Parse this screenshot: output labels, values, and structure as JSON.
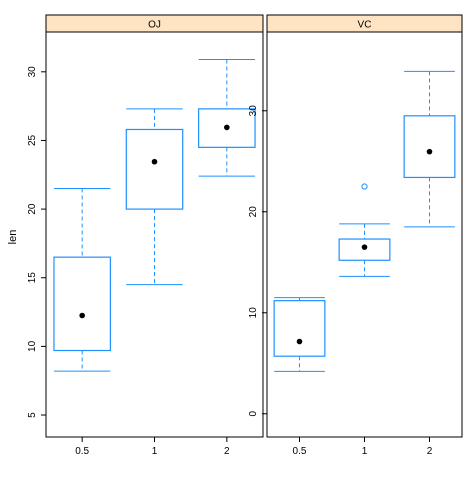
{
  "ylabel": "len",
  "colors": {
    "box": "#1e90ff",
    "strip": "#ffe4c4",
    "median_dot": "#000000",
    "frame": "#000000"
  },
  "chart_data": [
    {
      "type": "box",
      "panel": "OJ",
      "strip_label": "OJ",
      "categories": [
        "0.5",
        "1",
        "2"
      ],
      "ylim": [
        3.4,
        32.9
      ],
      "yticks": [
        "5",
        "10",
        "15",
        "20",
        "25",
        "30"
      ],
      "ytick_values": [
        5,
        10,
        15,
        20,
        25,
        30
      ],
      "boxes": [
        {
          "category": "0.5",
          "whisker_low": 8.2,
          "q1": 9.7,
          "median": 12.25,
          "q3": 16.5,
          "whisker_high": 21.5,
          "outliers": []
        },
        {
          "category": "1",
          "whisker_low": 14.5,
          "q1": 20.0,
          "median": 23.45,
          "q3": 25.8,
          "whisker_high": 27.3,
          "outliers": []
        },
        {
          "category": "2",
          "whisker_low": 22.4,
          "q1": 24.5,
          "median": 25.95,
          "q3": 27.3,
          "whisker_high": 30.9,
          "outliers": []
        }
      ]
    },
    {
      "type": "box",
      "panel": "VC",
      "strip_label": "VC",
      "categories": [
        "0.5",
        "1",
        "2"
      ],
      "ylim": [
        -2.3,
        37.8
      ],
      "yticks": [
        "0",
        "10",
        "20",
        "30"
      ],
      "ytick_values": [
        0,
        10,
        20,
        30
      ],
      "boxes": [
        {
          "category": "0.5",
          "whisker_low": 4.2,
          "q1": 5.7,
          "median": 7.15,
          "q3": 11.2,
          "whisker_high": 11.5,
          "outliers": []
        },
        {
          "category": "1",
          "whisker_low": 13.6,
          "q1": 15.2,
          "median": 16.5,
          "q3": 17.3,
          "whisker_high": 18.8,
          "outliers": [
            22.5
          ]
        },
        {
          "category": "2",
          "whisker_low": 18.5,
          "q1": 23.4,
          "median": 25.95,
          "q3": 29.5,
          "whisker_high": 33.9,
          "outliers": []
        }
      ]
    }
  ]
}
